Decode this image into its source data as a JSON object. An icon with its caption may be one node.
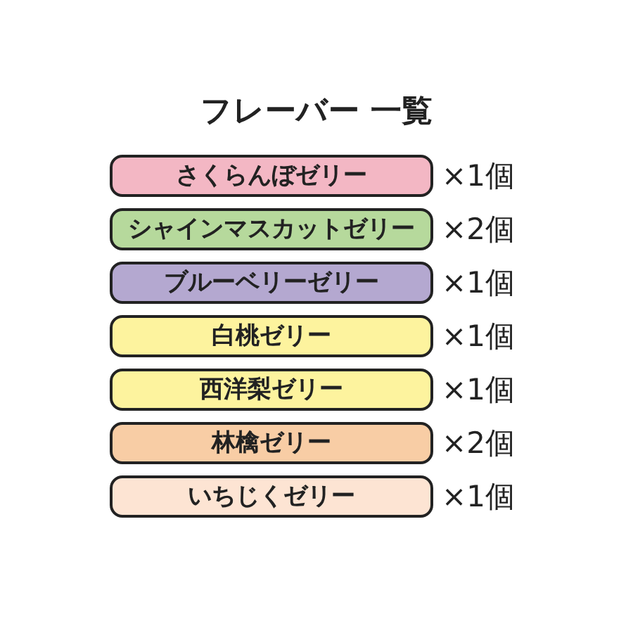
{
  "diagram": {
    "title": "フレーバー 一覧",
    "nodes": [
      {
        "text": [
          "さくらんぼゼリー"
        ],
        "beside": [
          "×1個"
        ]
      },
      {
        "text": [
          "シャインマスカットゼリー"
        ],
        "beside": [
          "×2個"
        ]
      },
      {
        "text": [
          "ブルーベリーゼリー"
        ],
        "beside": [
          "×1個"
        ]
      },
      {
        "text": [
          "白桃ゼリー"
        ],
        "beside": [
          "×1個"
        ]
      },
      {
        "text": [
          "西洋梨ゼリー"
        ],
        "beside": [
          "×1個"
        ]
      },
      {
        "text": [
          "林檎ゼリー"
        ],
        "beside": [
          "×2個"
        ]
      },
      {
        "text": [
          "いちじくゼリー"
        ],
        "beside": [
          "×1個"
        ]
      }
    ]
  }
}
